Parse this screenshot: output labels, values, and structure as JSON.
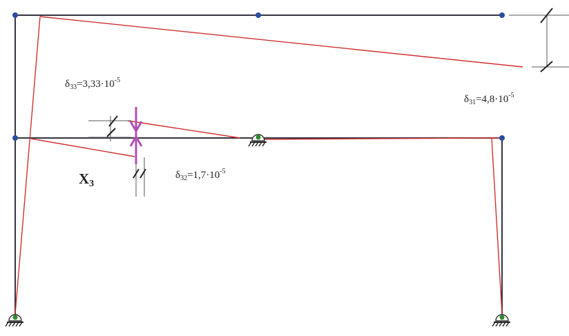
{
  "colors": {
    "frame": "#333340",
    "deformed": "#d03030",
    "node": "#2b4da0",
    "force": "#b050b0",
    "support": "#2d8a2d"
  },
  "labels": {
    "delta33": {
      "sym": "δ",
      "sub": "33",
      "val": "=3,33·10",
      "exp": "-5"
    },
    "delta31": {
      "sym": "δ",
      "sub": "31",
      "val": "=4,8·10",
      "exp": "-5"
    },
    "delta32": {
      "sym": "δ",
      "sub": "32",
      "val": "=1,7·10",
      "exp": "-5"
    },
    "x3": {
      "sym": "X",
      "sub": "3"
    }
  },
  "icons": [
    "pin-support-icon",
    "node-dot-icon",
    "force-arrow-icon",
    "dimension-tick-icon"
  ]
}
